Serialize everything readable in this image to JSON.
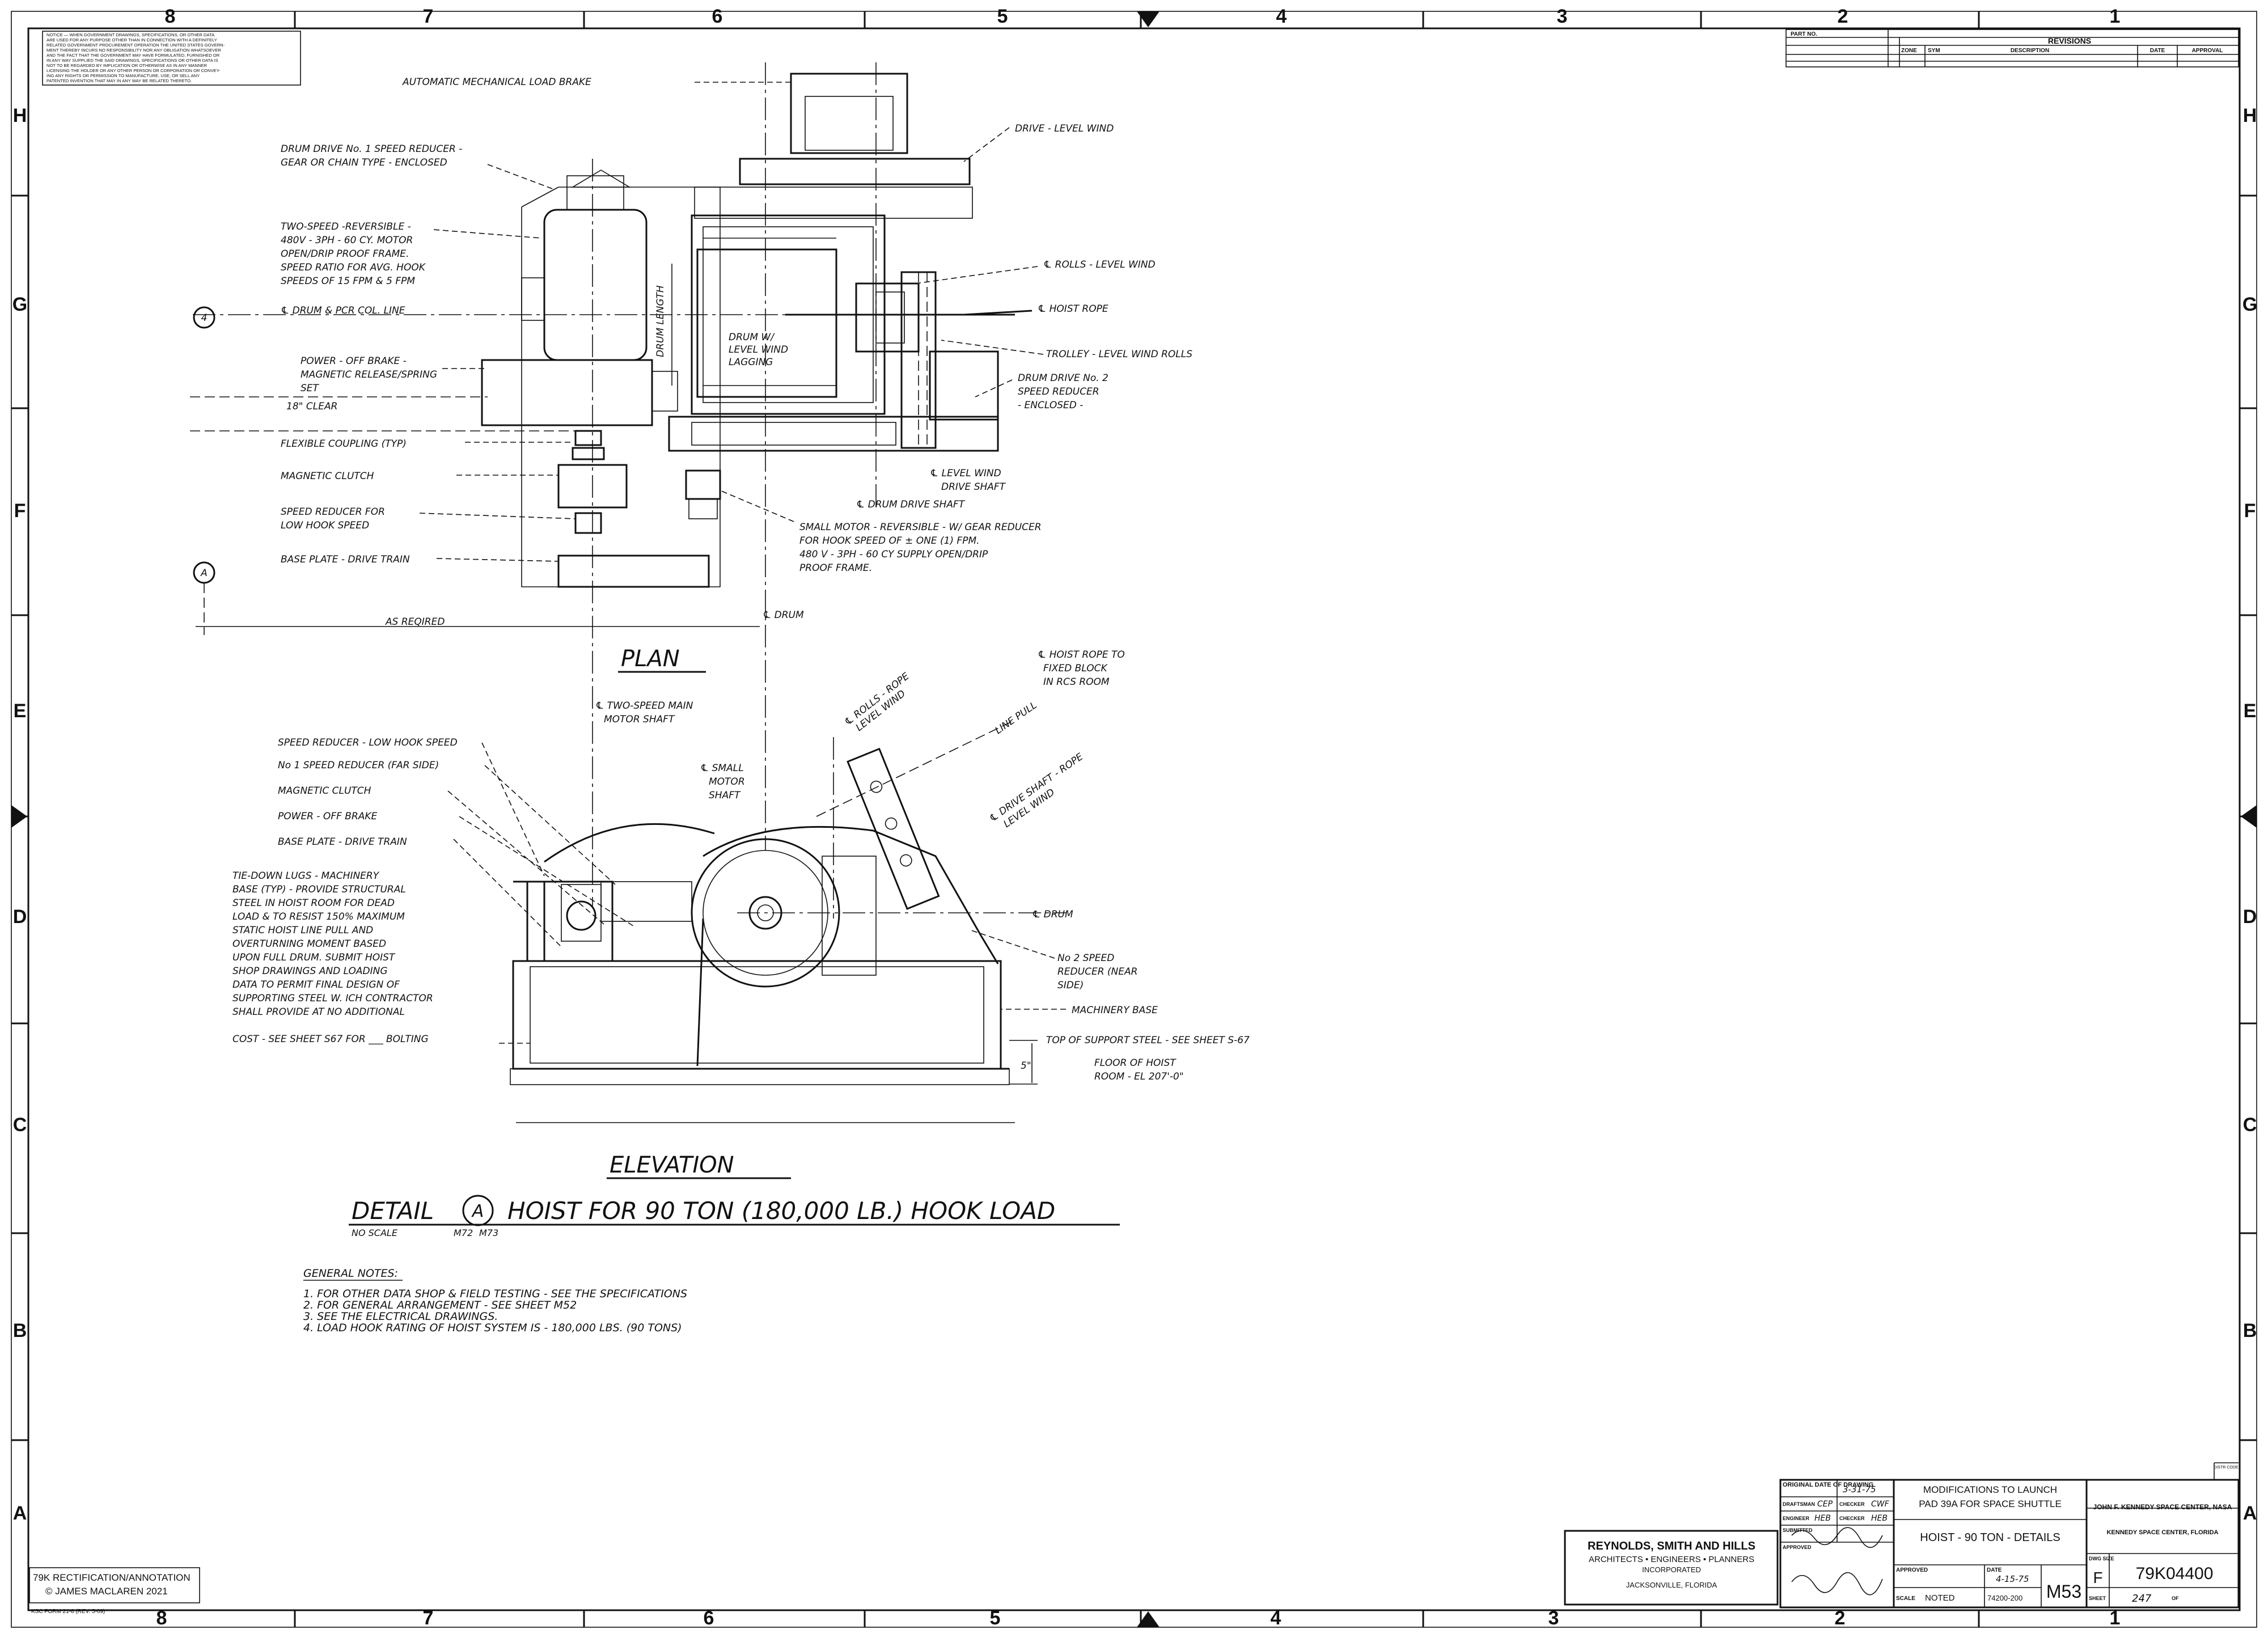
{
  "border": {
    "columns": [
      "8",
      "7",
      "6",
      "5",
      "4",
      "3",
      "2",
      "1"
    ],
    "rows": [
      "H",
      "G",
      "F",
      "E",
      "D",
      "C",
      "B",
      "A"
    ]
  },
  "notice": [
    "NOTICE — WHEN GOVERNMENT DRAWINGS, SPECIFICATIONS, OR OTHER DATA",
    "ARE USED FOR ANY PURPOSE OTHER THAN IN CONNECTION WITH A DEFINITELY",
    "RELATED GOVERNMENT PROCUREMENT OPERATION THE UNITED STATES GOVERN-",
    "MENT THEREBY INCURS NO RESPONSIBILITY NOR ANY OBLIGATION WHATSOEVER",
    "AND THE FACT THAT THE GOVERNMENT MAY HAVE FORMULATED, FURNISHED OR",
    "IN ANY WAY SUPPLIED THE SAID DRAWINGS, SPECIFICATIONS OR OTHER DATA IS",
    "NOT TO BE REGARDED BY IMPLICATION OR OTHERWISE AS IN ANY MANNER",
    "LICENSING THE HOLDER OR ANY OTHER PERSON OR CORPORATION OR CONVEY-",
    "ING ANY RIGHTS OR PERMISSION TO MANUFACTURE, USE, OR SELL ANY",
    "PATENTED INVENTION THAT MAY IN ANY WAY BE RELATED THERETO."
  ],
  "revisions": {
    "part_no": "PART NO.",
    "title": "REVISIONS",
    "headers": [
      "ZONE",
      "SYM",
      "DESCRIPTION",
      "DATE",
      "APPROVAL"
    ]
  },
  "plan": {
    "title": "PLAN",
    "callouts": [
      "AUTOMATIC MECHANICAL LOAD BRAKE",
      "DRUM DRIVE No. 1 SPEED REDUCER -",
      "GEAR OR CHAIN TYPE - ENCLOSED",
      "TWO-SPEED -REVERSIBLE -",
      "480V - 3PH - 60 CY. MOTOR",
      "OPEN/DRIP PROOF FRAME.",
      "SPEED RATIO FOR AVG. HOOK",
      "SPEEDS OF 15 FPM & 5 FPM",
      "℄ DRUM & PCR COL. LINE",
      "POWER - OFF BRAKE -",
      "MAGNETIC RELEASE/SPRING",
      "SET",
      "18\" CLEAR",
      "FLEXIBLE COUPLING (TYP)",
      "MAGNETIC CLUTCH",
      "SPEED REDUCER FOR",
      "LOW HOOK SPEED",
      "BASE PLATE - DRIVE TRAIN",
      "AS REQIRED",
      "℄ DRUM",
      "DRIVE - LEVEL WIND",
      "℄ ROLLS - LEVEL WIND",
      "℄ HOIST ROPE",
      "TROLLEY - LEVEL WIND ROLLS",
      "DRUM DRIVE No. 2",
      "SPEED REDUCER",
      "- ENCLOSED -",
      "℄ LEVEL WIND",
      "DRIVE SHAFT",
      "℄ DRUM DRIVE SHAFT",
      "SMALL MOTOR - REVERSIBLE - W/ GEAR REDUCER",
      "FOR HOOK SPEED OF ± ONE (1) FPM.",
      "480 V - 3PH - 60 CY SUPPLY OPEN/DRIP",
      "PROOF FRAME.",
      "DRUM LENGTH",
      "DRUM W/",
      "LEVEL WIND",
      "LAGGING"
    ],
    "grid_marks": [
      "4",
      "A"
    ]
  },
  "elevation": {
    "title": "ELEVATION",
    "callouts": [
      "℄ TWO-SPEED MAIN",
      "MOTOR SHAFT",
      "℄ SMALL",
      "MOTOR",
      "SHAFT",
      "℄ ROLLS - ROPE",
      "LEVEL WIND",
      "℄ HOIST ROPE TO",
      "FIXED BLOCK",
      "IN RCS ROOM",
      "LINE PULL",
      "℄ DRIVE SHAFT - ROPE",
      "LEVEL WIND",
      "SPEED REDUCER - LOW HOOK SPEED",
      "No 1 SPEED REDUCER (FAR SIDE)",
      "MAGNETIC CLUTCH",
      "POWER - OFF BRAKE",
      "BASE PLATE - DRIVE TRAIN",
      "TIE-DOWN LUGS - MACHINERY",
      "BASE (TYP) - PROVIDE STRUCTURAL",
      "STEEL IN HOIST ROOM FOR DEAD",
      "LOAD & TO RESIST 150% MAXIMUM",
      "STATIC HOIST LINE PULL AND",
      "OVERTURNING MOMENT BASED",
      "UPON FULL DRUM. SUBMIT HOIST",
      "SHOP DRAWINGS AND LOADING",
      "DATA TO PERMIT FINAL DESIGN OF",
      "SUPPORTING STEEL W. ICH CONTRACTOR",
      "SHALL PROVIDE AT NO ADDITIONAL",
      "COST - SEE SHEET S67 FOR ___ BOLTING",
      "℄ DRUM",
      "No 2 SPEED",
      "REDUCER (NEAR",
      "SIDE)",
      "MACHINERY BASE",
      "TOP OF SUPPORT STEEL - SEE SHEET S-67",
      "FLOOR OF HOIST",
      "ROOM - EL 207'-0\"",
      "5\""
    ]
  },
  "detail": {
    "title": "DETAIL",
    "mark": "A",
    "subtitle": "HOIST FOR 90 TON (180,000 LB.) HOOK LOAD",
    "scale": "NO SCALE",
    "refs": [
      "M72",
      "M73"
    ]
  },
  "notes": {
    "heading": "GENERAL NOTES:",
    "items": [
      "1. FOR OTHER DATA SHOP & FIELD TESTING - SEE THE SPECIFICATIONS",
      "2. FOR GENERAL ARRANGEMENT - SEE SHEET M52",
      "3. SEE THE ELECTRICAL DRAWINGS.",
      "4. LOAD HOOK RATING OF HOIST SYSTEM IS - 180,000 LBS. (90 TONS)"
    ]
  },
  "title_block": {
    "firm": [
      "REYNOLDS, SMITH AND HILLS",
      "ARCHITECTS • ENGINEERS • PLANNERS",
      "INCORPORATED",
      "JACKSONVILLE, FLORIDA"
    ],
    "original_date_label": "ORIGINAL DATE OF DRAWING",
    "original_date": "3-31-75",
    "draftsman_label": "DRAFTSMAN",
    "draftsman": "CEP",
    "checker_label": "CHECKER",
    "checker": "CWF",
    "engineer_label": "ENGINEER",
    "engineer": "HEB",
    "engineer_checker": "HEB",
    "submitted_label": "SUBMITTED",
    "approved_label": "APPROVED",
    "project_lines": [
      "MODIFICATIONS TO LAUNCH",
      "PAD 39A FOR SPACE SHUTTLE"
    ],
    "drawing_title": "HOIST - 90 TON - DETAILS",
    "approved_date_label": "DATE",
    "approved_date": "4-15-75",
    "scale_label": "SCALE",
    "scale": "NOTED",
    "job_no": "74200-200",
    "sheet_code": "M53",
    "agency": [
      "JOHN F. KENNEDY SPACE CENTER, NASA",
      "KENNEDY SPACE CENTER, FLORIDA"
    ],
    "dwg_size_label": "DWG SIZE",
    "dwg_size": "F",
    "drawing_no": "79K04400",
    "sheet_label": "SHEET",
    "sheet_no": "247",
    "of_label": "OF",
    "diste_code": "DISTR CODE"
  },
  "annotation": [
    "79K RECTIFICATION/ANNOTATION",
    "© JAMES MACLAREN 2021"
  ],
  "form_no": "KSC FORM 21-8 (REV. 5-69)"
}
